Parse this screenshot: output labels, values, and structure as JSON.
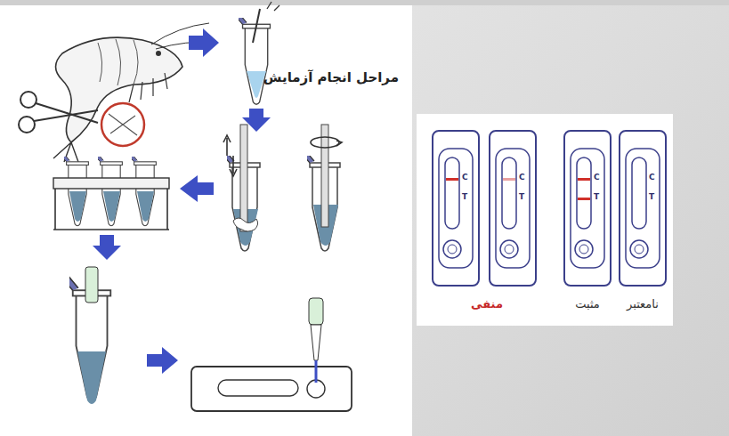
{
  "diagram": {
    "title": "مراحل انجام آزمایش",
    "nodes": [
      {
        "text": [
          "C",
          "T"
        ]
      },
      {
        "text": [
          "C",
          "T"
        ]
      },
      {
        "text": [
          "C",
          "T"
        ]
      },
      {
        "text": [
          "C",
          "T"
        ]
      }
    ],
    "labels": [
      "منفی",
      "مثبت",
      "نامعتبر"
    ]
  }
}
